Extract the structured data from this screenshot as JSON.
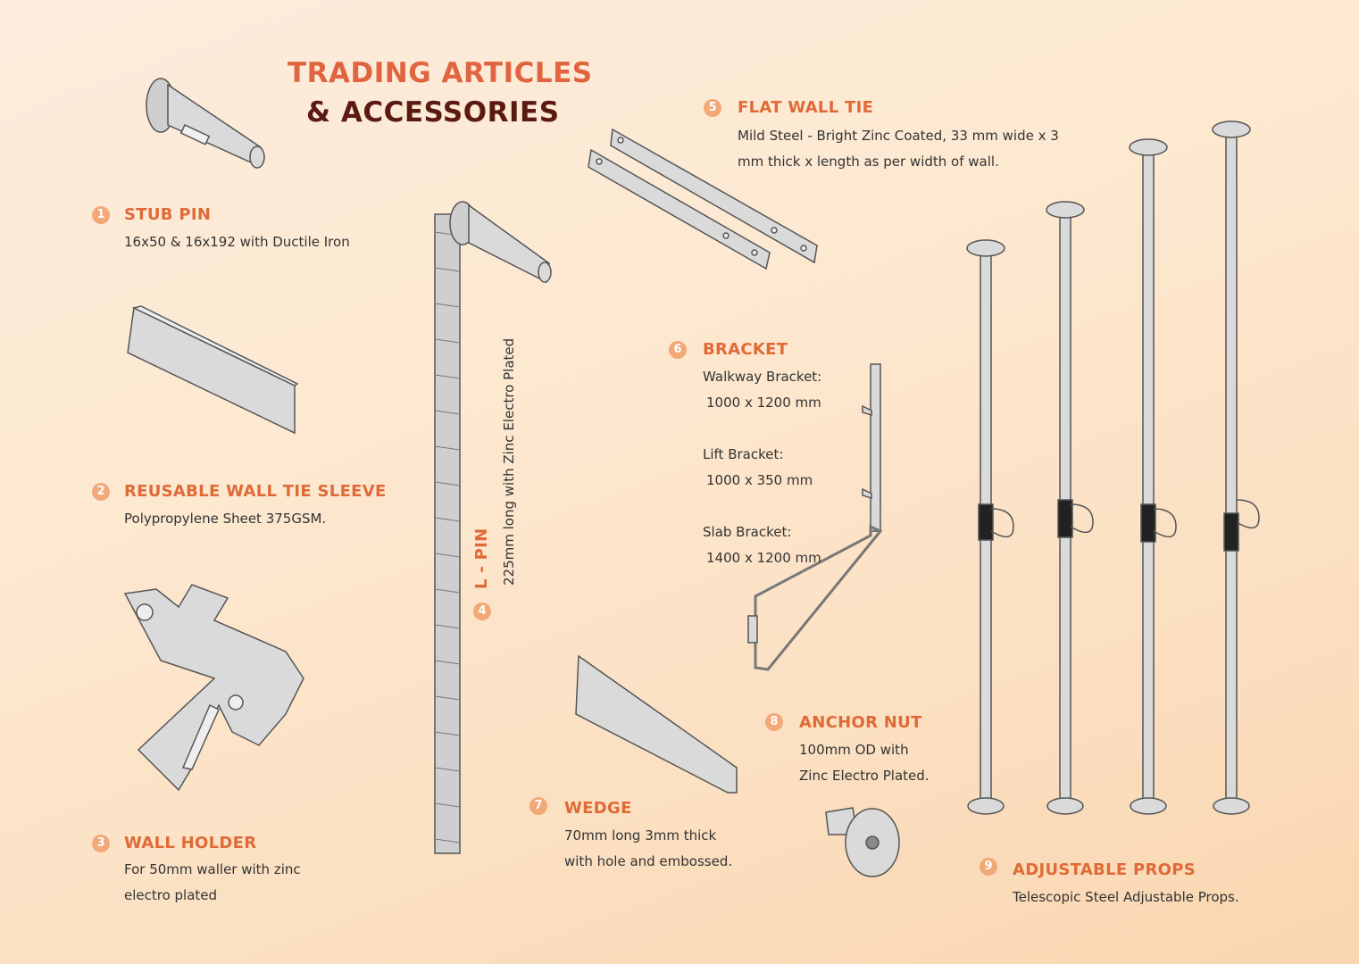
{
  "heading": {
    "line1": "TRADING ARTICLES",
    "line2": "& ACCESSORIES"
  },
  "items": [
    {
      "num": "1",
      "title": "STUB PIN",
      "lines": [
        "16x50 & 16x192 with Ductile Iron"
      ]
    },
    {
      "num": "2",
      "title": "REUSABLE WALL TIE SLEEVE",
      "lines": [
        "Polypropylene Sheet 375GSM."
      ]
    },
    {
      "num": "3",
      "title": "WALL HOLDER",
      "lines": [
        "For 50mm waller with zinc",
        "electro plated"
      ]
    },
    {
      "num": "4",
      "title": "L - PIN",
      "lines": [
        "225mm long with Zinc Electro Plated"
      ]
    },
    {
      "num": "5",
      "title": "FLAT WALL TIE",
      "lines": [
        "Mild Steel - Bright Zinc Coated, 33 mm wide x 3",
        "mm thick x length as per width of wall."
      ]
    },
    {
      "num": "6",
      "title": "BRACKET",
      "lines": [
        "Walkway Bracket:",
        "1000 x 1200 mm",
        "Lift Bracket:",
        "1000 x 350 mm",
        "Slab Bracket:",
        "1400 x 1200 mm"
      ]
    },
    {
      "num": "7",
      "title": "WEDGE",
      "lines": [
        "70mm long 3mm thick",
        "with hole and embossed."
      ]
    },
    {
      "num": "8",
      "title": "ANCHOR NUT",
      "lines": [
        "100mm OD with",
        "Zinc Electro Plated."
      ]
    },
    {
      "num": "9",
      "title": "ADJUSTABLE PROPS",
      "lines": [
        "Telescopic Steel Adjustable Props."
      ]
    }
  ],
  "colors": {
    "accent": "#e06a37",
    "dark": "#5a1a12",
    "badge": "#f2a877",
    "metal": "#d8d8d8"
  }
}
